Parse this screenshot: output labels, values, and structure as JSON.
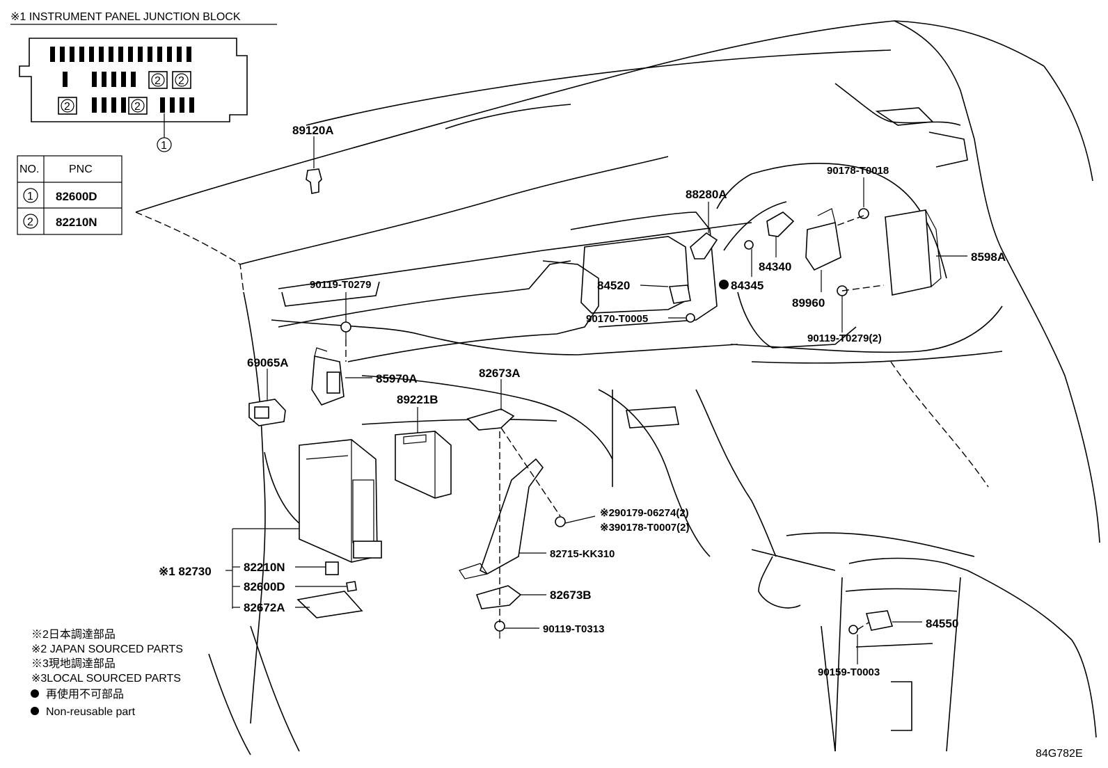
{
  "junction_block": {
    "title": "※1 INSTRUMENT PANEL JUNCTION BLOCK",
    "callout_1": "1",
    "callout_2": "2"
  },
  "pnc_table": {
    "headers": [
      "NO.",
      "PNC"
    ],
    "rows": [
      {
        "no": "1",
        "pnc": "82600D"
      },
      {
        "no": "2",
        "pnc": "82210N"
      }
    ]
  },
  "parts": {
    "p89120A": "89120A",
    "p90119_T0279": "90119-T0279",
    "p69065A": "69065A",
    "p85970A": "85970A",
    "p89221B": "89221B",
    "p82673A": "82673A",
    "p88280A": "88280A",
    "p90178_T0018": "90178-T0018",
    "p8598A": "8598A",
    "p84520": "84520",
    "p84340": "84340",
    "p84345": "84345",
    "p89960": "89960",
    "p90170_T0005": "90170-T0005",
    "p90119_T0279_2": "90119-T0279(2)",
    "p90179_06274": "※290179-06274(2)",
    "p90178_T0007": "※390178-T0007(2)",
    "p82715_KK310": "82715-KK310",
    "p82730": "※1 82730",
    "p82210N": "82210N",
    "p82600D": "82600D",
    "p82672A": "82672A",
    "p82673B": "82673B",
    "p90119_T0313": "90119-T0313",
    "p84550": "84550",
    "p90159_T0003": "90159-T0003"
  },
  "legend": {
    "line1": "※2日本調達部品",
    "line2": "※2 JAPAN SOURCED PARTS",
    "line3": "※3現地調達部品",
    "line4": "※3LOCAL SOURCED PARTS",
    "line5": "再使用不可部品",
    "line6": "Non-reusable part"
  },
  "diagram_id": "84G782E"
}
